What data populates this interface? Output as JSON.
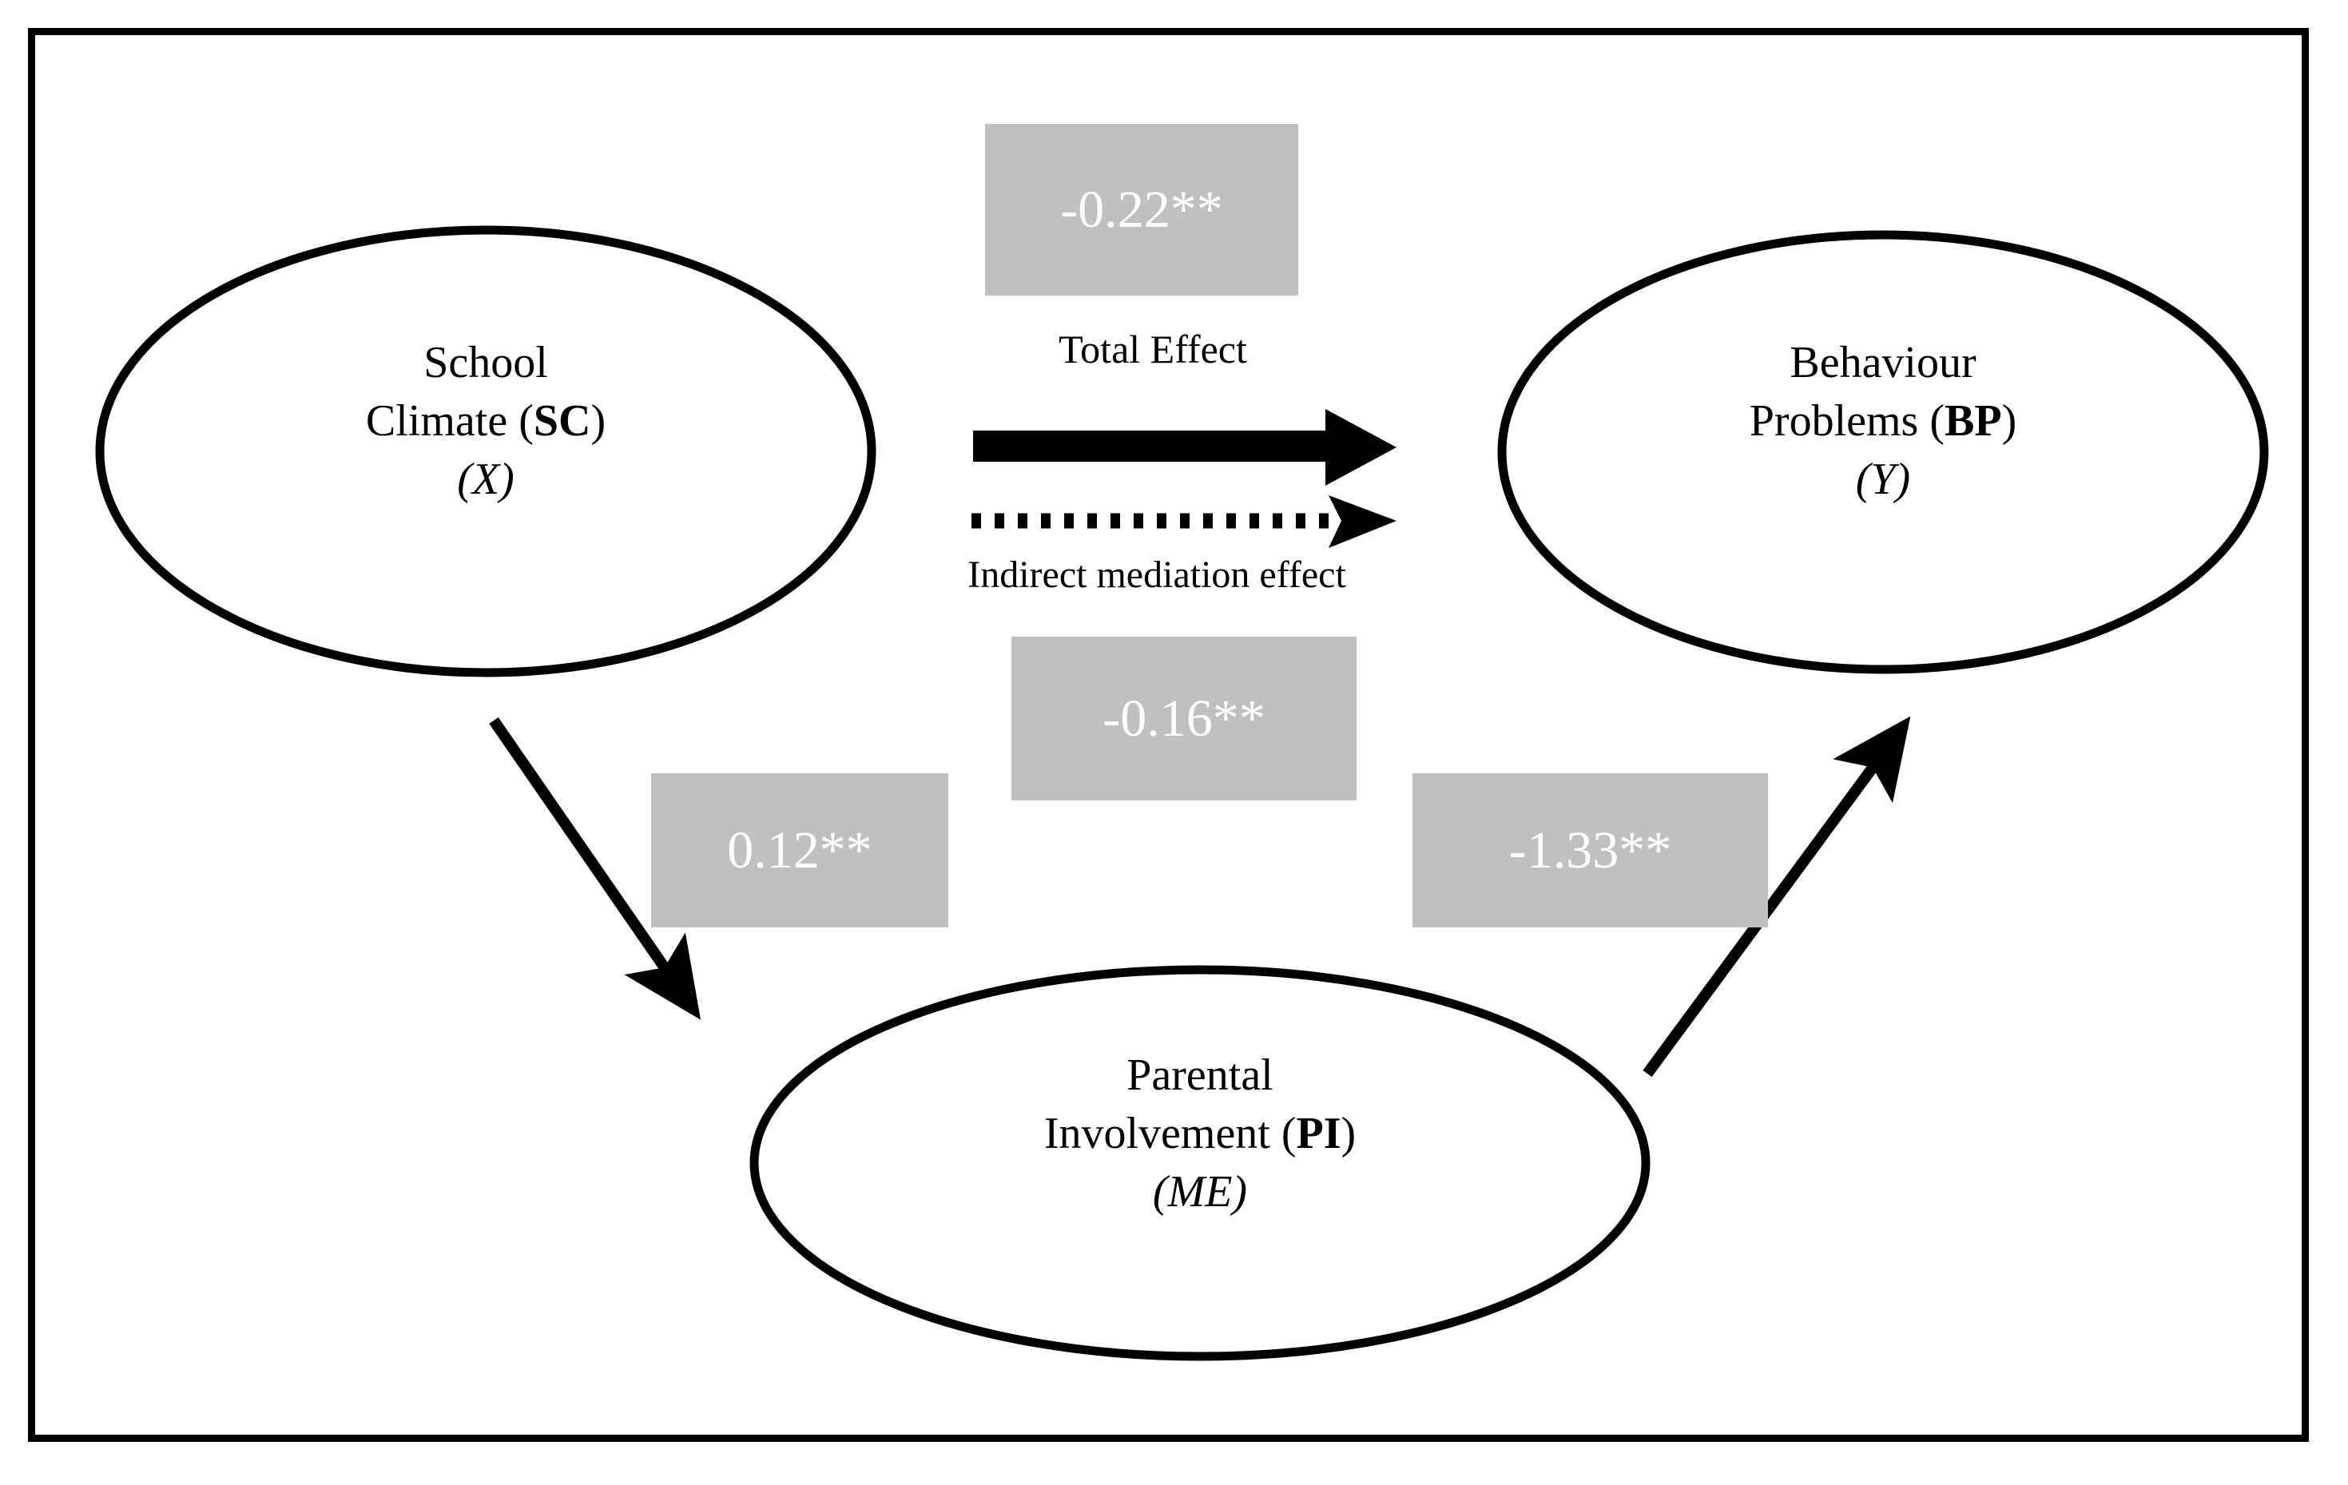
{
  "figure": {
    "type": "mediation-path-diagram",
    "border_color": "#000000",
    "background_color": "#ffffff",
    "coefficient_box_color": "#c0c0c0",
    "coefficient_text_color": "#ffffff",
    "line_color": "#000000"
  },
  "nodes": {
    "predictor": {
      "line1": "School",
      "line2_text": "Climate (",
      "line2_bold": "SC",
      "line2_close": ")",
      "line3": "(X)",
      "role_symbol": "X"
    },
    "outcome": {
      "line1": "Behaviour",
      "line2_text": "Problems (",
      "line2_bold": "BP",
      "line2_close": ")",
      "line3": "(Y)",
      "role_symbol": "Y"
    },
    "mediator": {
      "line1": "Parental",
      "line2_text": "Involvement (",
      "line2_bold": "PI",
      "line2_close": ")",
      "line3": "(ME)",
      "role_symbol": "ME"
    }
  },
  "paths": {
    "total_effect": {
      "label": "Total Effect",
      "coefficient": "-0.22**",
      "style": "solid-thick-arrow"
    },
    "indirect_effect": {
      "label": "Indirect mediation effect",
      "coefficient": "-0.16**",
      "style": "dotted-arrow"
    },
    "a_path": {
      "coefficient": "0.12**",
      "from": "School Climate (SC)",
      "to": "Parental Involvement (PI)",
      "style": "solid-arrow"
    },
    "b_path": {
      "coefficient": "-1.33**",
      "from": "Parental Involvement (PI)",
      "to": "Behaviour Problems (BP)",
      "style": "solid-arrow"
    }
  },
  "chart_data": {
    "type": "diagram",
    "title": "",
    "diagram_kind": "mediation model",
    "nodes": [
      {
        "id": "X",
        "label": "School Climate (SC)",
        "role": "predictor"
      },
      {
        "id": "ME",
        "label": "Parental Involvement (PI)",
        "role": "mediator"
      },
      {
        "id": "Y",
        "label": "Behaviour Problems (BP)",
        "role": "outcome"
      }
    ],
    "edges": [
      {
        "from": "X",
        "to": "Y",
        "coefficient": "-0.22**",
        "label": "Total Effect",
        "value": -0.22,
        "significance": "**",
        "style": "solid"
      },
      {
        "from": "X",
        "to": "Y",
        "coefficient": "-0.16**",
        "label": "Indirect mediation effect",
        "value": -0.16,
        "significance": "**",
        "style": "dotted"
      },
      {
        "from": "X",
        "to": "ME",
        "coefficient": "0.12**",
        "label": "",
        "value": 0.12,
        "significance": "**",
        "style": "solid"
      },
      {
        "from": "ME",
        "to": "Y",
        "coefficient": "-1.33**",
        "label": "",
        "value": -1.33,
        "significance": "**",
        "style": "solid"
      }
    ]
  }
}
